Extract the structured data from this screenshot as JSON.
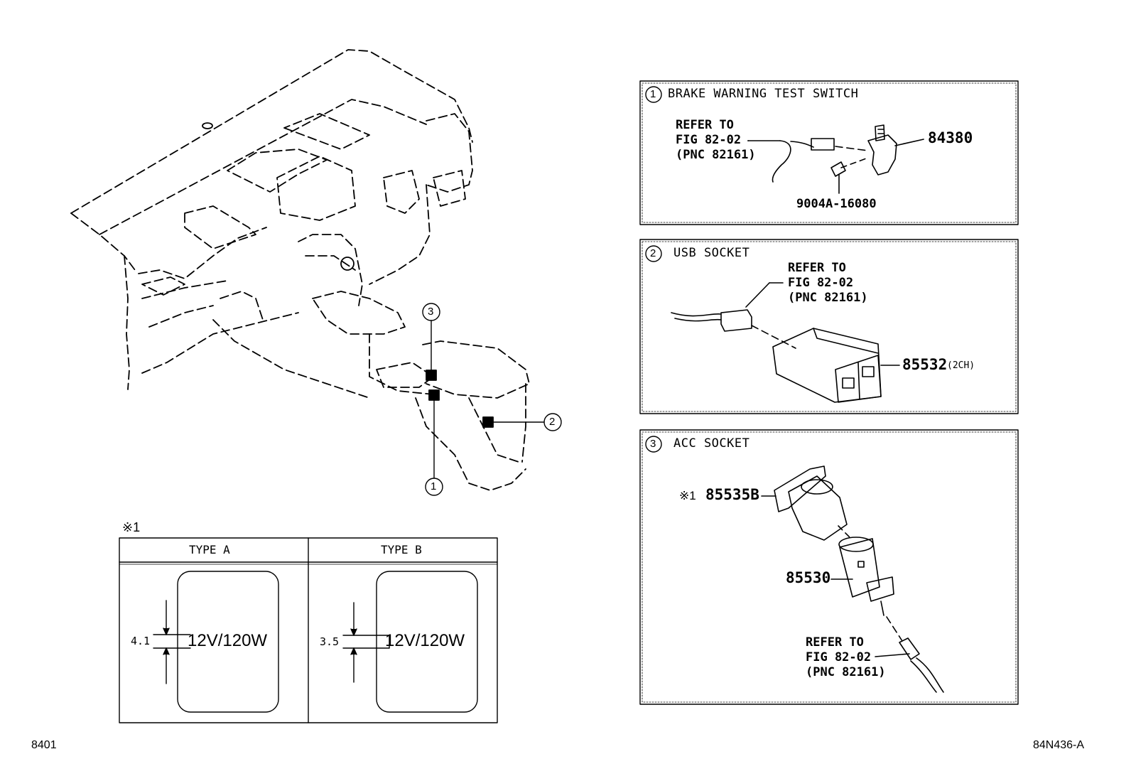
{
  "diagram": {
    "markers": [
      "3",
      "2",
      "1"
    ],
    "note_mark": "※1",
    "panel1": {
      "number": "1",
      "title": "BRAKE WARNING TEST SWITCH",
      "refer": [
        "REFER TO",
        "FIG 82-02",
        "(PNC 82161)"
      ],
      "part_switch": "84380",
      "part_screw": "9004A-16080"
    },
    "panel2": {
      "number": "2",
      "title": "USB SOCKET",
      "refer": [
        "REFER TO",
        "FIG 82-02",
        "(PNC 82161)"
      ],
      "part": "85532",
      "part_suffix": "(2CH)"
    },
    "panel3": {
      "number": "3",
      "title": "ACC SOCKET",
      "note": "※1",
      "part_cap": "85535B",
      "part_socket": "85530",
      "refer": [
        "REFER TO",
        "FIG 82-02",
        "(PNC 82161)"
      ]
    },
    "type_table": {
      "type_a": {
        "head": "TYPE A",
        "dim": "4.1",
        "label": "12V/120W"
      },
      "type_b": {
        "head": "TYPE B",
        "dim": "3.5",
        "label": "12V/120W"
      }
    },
    "footer_left": "8401",
    "footer_right": "84N436-A"
  }
}
